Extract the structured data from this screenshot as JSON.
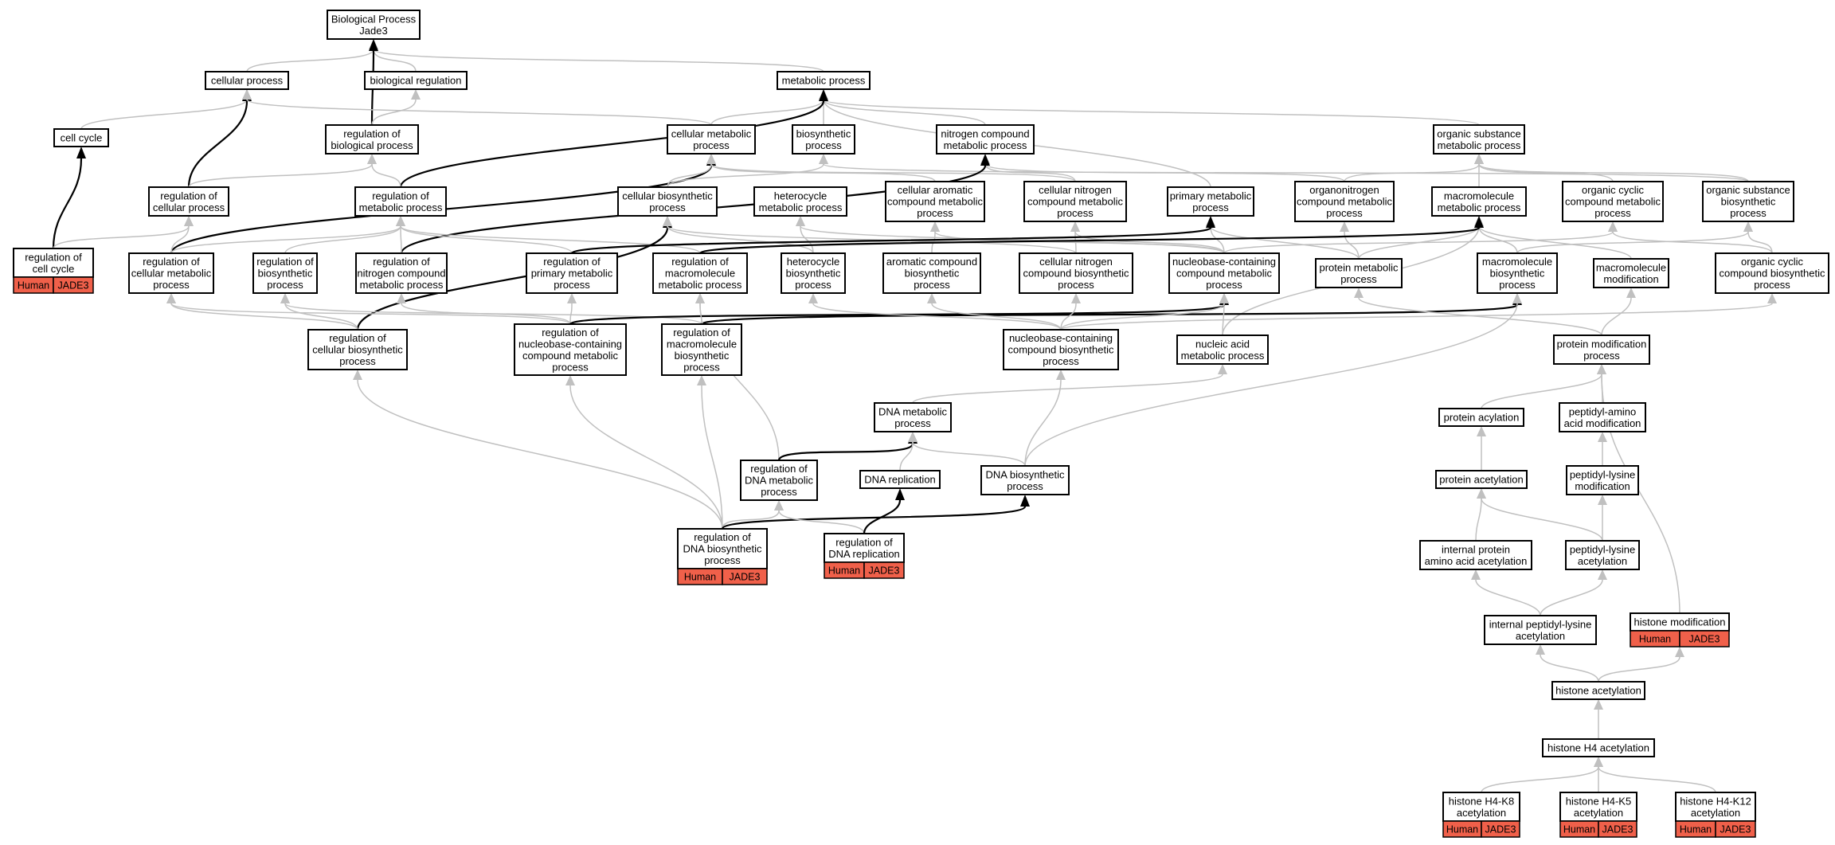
{
  "colors": {
    "tag_fill": "#f0604a",
    "edge_normal": "#c0c0c0",
    "edge_bold": "#000000",
    "node_border": "#000000"
  },
  "nodes": [
    {
      "id": "bp",
      "lines": [
        "Biological Process",
        "Jade3"
      ]
    },
    {
      "id": "cellproc",
      "lines": [
        "cellular process"
      ]
    },
    {
      "id": "bioreg",
      "lines": [
        "biological regulation"
      ]
    },
    {
      "id": "metab",
      "lines": [
        "metabolic process"
      ]
    },
    {
      "id": "cellcycle",
      "lines": [
        "cell cycle"
      ]
    },
    {
      "id": "regbio",
      "lines": [
        "regulation of",
        "biological process"
      ]
    },
    {
      "id": "cellmetab",
      "lines": [
        "cellular metabolic",
        "process"
      ]
    },
    {
      "id": "biosyn",
      "lines": [
        "biosynthetic",
        "process"
      ]
    },
    {
      "id": "nitro",
      "lines": [
        "nitrogen compound",
        "metabolic process"
      ]
    },
    {
      "id": "orgsub",
      "lines": [
        "organic substance",
        "metabolic process"
      ]
    },
    {
      "id": "regcell",
      "lines": [
        "regulation of",
        "cellular process"
      ]
    },
    {
      "id": "regmetab",
      "lines": [
        "regulation of",
        "metabolic process"
      ]
    },
    {
      "id": "cellbiosyn",
      "lines": [
        "cellular biosynthetic",
        "process"
      ]
    },
    {
      "id": "hetero",
      "lines": [
        "heterocycle",
        "metabolic process"
      ]
    },
    {
      "id": "cellarom",
      "lines": [
        "cellular aromatic",
        "compound metabolic",
        "process"
      ]
    },
    {
      "id": "cellnitro",
      "lines": [
        "cellular nitrogen",
        "compound metabolic",
        "process"
      ]
    },
    {
      "id": "primary",
      "lines": [
        "primary metabolic",
        "process"
      ]
    },
    {
      "id": "organonitro",
      "lines": [
        "organonitrogen",
        "compound metabolic",
        "process"
      ]
    },
    {
      "id": "macro",
      "lines": [
        "macromolecule",
        "metabolic process"
      ]
    },
    {
      "id": "orgcyclic",
      "lines": [
        "organic cyclic",
        "compound metabolic",
        "process"
      ]
    },
    {
      "id": "orgsubbio",
      "lines": [
        "organic substance",
        "biosynthetic",
        "process"
      ]
    },
    {
      "id": "regcc",
      "lines": [
        "regulation of",
        "cell cycle"
      ],
      "tag": true
    },
    {
      "id": "regcellmetab",
      "lines": [
        "regulation of",
        "cellular metabolic",
        "process"
      ]
    },
    {
      "id": "regbiosyn",
      "lines": [
        "regulation of",
        "biosynthetic",
        "process"
      ]
    },
    {
      "id": "regnitro",
      "lines": [
        "regulation of",
        "nitrogen compound",
        "metabolic process"
      ]
    },
    {
      "id": "regprimary",
      "lines": [
        "regulation of",
        "primary metabolic",
        "process"
      ]
    },
    {
      "id": "regmacro",
      "lines": [
        "regulation of",
        "macromolecule",
        "metabolic process"
      ]
    },
    {
      "id": "heterobio",
      "lines": [
        "heterocycle",
        "biosynthetic",
        "process"
      ]
    },
    {
      "id": "arombio",
      "lines": [
        "aromatic compound",
        "biosynthetic",
        "process"
      ]
    },
    {
      "id": "cellnitrobio",
      "lines": [
        "cellular nitrogen",
        "compound biosynthetic",
        "process"
      ]
    },
    {
      "id": "nucleo",
      "lines": [
        "nucleobase-containing",
        "compound metabolic",
        "process"
      ]
    },
    {
      "id": "protmetab",
      "lines": [
        "protein metabolic",
        "process"
      ]
    },
    {
      "id": "macrobio",
      "lines": [
        "macromolecule",
        "biosynthetic",
        "process"
      ]
    },
    {
      "id": "macromod",
      "lines": [
        "macromolecule",
        "modification"
      ]
    },
    {
      "id": "orgcycbio",
      "lines": [
        "organic cyclic",
        "compound biosynthetic",
        "process"
      ]
    },
    {
      "id": "regcellbio",
      "lines": [
        "regulation of",
        "cellular biosynthetic",
        "process"
      ]
    },
    {
      "id": "regnucleo",
      "lines": [
        "regulation of",
        "nucleobase-containing",
        "compound metabolic",
        "process"
      ]
    },
    {
      "id": "regmacrobio",
      "lines": [
        "regulation of",
        "macromolecule",
        "biosynthetic",
        "process"
      ]
    },
    {
      "id": "nucleobio",
      "lines": [
        "nucleobase-containing",
        "compound biosynthetic",
        "process"
      ]
    },
    {
      "id": "nucacid",
      "lines": [
        "nucleic acid",
        "metabolic process"
      ]
    },
    {
      "id": "protmod",
      "lines": [
        "protein modification",
        "process"
      ]
    },
    {
      "id": "dnametab",
      "lines": [
        "DNA metabolic",
        "process"
      ]
    },
    {
      "id": "protacyl",
      "lines": [
        "protein acylation"
      ]
    },
    {
      "id": "peptamino",
      "lines": [
        "peptidyl-amino",
        "acid modification"
      ]
    },
    {
      "id": "regdnametab",
      "lines": [
        "regulation of",
        "DNA metabolic",
        "process"
      ]
    },
    {
      "id": "dnarep",
      "lines": [
        "DNA replication"
      ]
    },
    {
      "id": "dnabio",
      "lines": [
        "DNA biosynthetic",
        "process"
      ]
    },
    {
      "id": "protacet",
      "lines": [
        "protein acetylation"
      ]
    },
    {
      "id": "peptlysmod",
      "lines": [
        "peptidyl-lysine",
        "modification"
      ]
    },
    {
      "id": "regdnabio",
      "lines": [
        "regulation of",
        "DNA biosynthetic",
        "process"
      ],
      "tag": true
    },
    {
      "id": "regdnarep",
      "lines": [
        "regulation of",
        "DNA replication"
      ],
      "tag": true
    },
    {
      "id": "intprot",
      "lines": [
        "internal protein",
        "amino acid acetylation"
      ]
    },
    {
      "id": "peptlysacet",
      "lines": [
        "peptidyl-lysine",
        "acetylation"
      ]
    },
    {
      "id": "intpeptlys",
      "lines": [
        "internal peptidyl-lysine",
        "acetylation"
      ]
    },
    {
      "id": "histmod",
      "lines": [
        "histone modification"
      ],
      "tag": true
    },
    {
      "id": "histacet",
      "lines": [
        "histone acetylation"
      ]
    },
    {
      "id": "h4acet",
      "lines": [
        "histone H4 acetylation"
      ]
    },
    {
      "id": "h4k8",
      "lines": [
        "histone H4-K8",
        "acetylation"
      ],
      "tag": true
    },
    {
      "id": "h4k5",
      "lines": [
        "histone H4-K5",
        "acetylation"
      ],
      "tag": true
    },
    {
      "id": "h4k12",
      "lines": [
        "histone H4-K12",
        "acetylation"
      ],
      "tag": true
    }
  ],
  "tag_labels": {
    "species": "Human",
    "gene": "JADE3"
  },
  "edges": [
    {
      "from": "cellproc",
      "to": "bp"
    },
    {
      "from": "bioreg",
      "to": "bp"
    },
    {
      "from": "metab",
      "to": "bp"
    },
    {
      "from": "regbio",
      "to": "bp",
      "bold": true
    },
    {
      "from": "cellcycle",
      "to": "cellproc"
    },
    {
      "from": "regcell",
      "to": "cellproc",
      "bold": true
    },
    {
      "from": "cellmetab",
      "to": "cellproc"
    },
    {
      "from": "regbio",
      "to": "bioreg"
    },
    {
      "from": "cellmetab",
      "to": "metab"
    },
    {
      "from": "biosyn",
      "to": "metab"
    },
    {
      "from": "nitro",
      "to": "metab"
    },
    {
      "from": "orgsub",
      "to": "metab"
    },
    {
      "from": "primary",
      "to": "metab"
    },
    {
      "from": "regmetab",
      "to": "metab",
      "bold": true
    },
    {
      "from": "regcc",
      "to": "cellcycle",
      "bold": true
    },
    {
      "from": "regcc",
      "to": "regcell"
    },
    {
      "from": "regcell",
      "to": "regbio"
    },
    {
      "from": "regmetab",
      "to": "regbio"
    },
    {
      "from": "regcellmetab",
      "to": "cellmetab",
      "bold": true
    },
    {
      "from": "cellbiosyn",
      "to": "cellmetab"
    },
    {
      "from": "cellarom",
      "to": "cellmetab"
    },
    {
      "from": "cellnitro",
      "to": "cellmetab"
    },
    {
      "from": "cellbiosyn",
      "to": "biosyn"
    },
    {
      "from": "orgsubbio",
      "to": "biosyn"
    },
    {
      "from": "cellnitro",
      "to": "nitro"
    },
    {
      "from": "organonitro",
      "to": "nitro"
    },
    {
      "from": "regnitro",
      "to": "nitro",
      "bold": true
    },
    {
      "from": "macro",
      "to": "orgsub"
    },
    {
      "from": "orgcyclic",
      "to": "orgsub"
    },
    {
      "from": "orgsubbio",
      "to": "orgsub"
    },
    {
      "from": "organonitro",
      "to": "orgsub"
    },
    {
      "from": "regcellmetab",
      "to": "regcell"
    },
    {
      "from": "regbiosyn",
      "to": "regmetab"
    },
    {
      "from": "regnitro",
      "to": "regmetab"
    },
    {
      "from": "regprimary",
      "to": "regmetab"
    },
    {
      "from": "regmacro",
      "to": "regmetab"
    },
    {
      "from": "regcellmetab",
      "to": "regmetab"
    },
    {
      "from": "regcellbio",
      "to": "cellbiosyn",
      "bold": true
    },
    {
      "from": "heterobio",
      "to": "cellbiosyn"
    },
    {
      "from": "cellnitrobio",
      "to": "cellbiosyn"
    },
    {
      "from": "heterobio",
      "to": "hetero"
    },
    {
      "from": "nucleo",
      "to": "hetero"
    },
    {
      "from": "arombio",
      "to": "cellarom"
    },
    {
      "from": "nucleo",
      "to": "cellarom"
    },
    {
      "from": "cellnitrobio",
      "to": "cellnitro"
    },
    {
      "from": "nucleo",
      "to": "cellnitro"
    },
    {
      "from": "nucleo",
      "to": "primary"
    },
    {
      "from": "protmetab",
      "to": "primary"
    },
    {
      "from": "regprimary",
      "to": "primary",
      "bold": true
    },
    {
      "from": "protmetab",
      "to": "organonitro"
    },
    {
      "from": "macrobio",
      "to": "macro"
    },
    {
      "from": "protmetab",
      "to": "macro"
    },
    {
      "from": "macromod",
      "to": "macro"
    },
    {
      "from": "nucacid",
      "to": "macro"
    },
    {
      "from": "regmacro",
      "to": "macro",
      "bold": true
    },
    {
      "from": "nucleo",
      "to": "orgcyclic"
    },
    {
      "from": "orgcycbio",
      "to": "orgcyclic"
    },
    {
      "from": "orgcycbio",
      "to": "orgsubbio"
    },
    {
      "from": "macrobio",
      "to": "orgsubbio"
    },
    {
      "from": "regcellbio",
      "to": "regcellmetab"
    },
    {
      "from": "regcellbio",
      "to": "regbiosyn"
    },
    {
      "from": "regnucleo",
      "to": "regcellmetab"
    },
    {
      "from": "regnucleo",
      "to": "regnitro"
    },
    {
      "from": "regnucleo",
      "to": "regprimary"
    },
    {
      "from": "regmacrobio",
      "to": "regmacro"
    },
    {
      "from": "regmacrobio",
      "to": "regbiosyn"
    },
    {
      "from": "regnucleo",
      "to": "nucleo",
      "bold": true
    },
    {
      "from": "regmacrobio",
      "to": "macrobio",
      "bold": true
    },
    {
      "from": "nucleobio",
      "to": "heterobio"
    },
    {
      "from": "nucleobio",
      "to": "arombio"
    },
    {
      "from": "nucleobio",
      "to": "cellnitrobio"
    },
    {
      "from": "nucleobio",
      "to": "nucleo"
    },
    {
      "from": "nucleobio",
      "to": "orgcycbio"
    },
    {
      "from": "nucacid",
      "to": "nucleo"
    },
    {
      "from": "protmod",
      "to": "protmetab"
    },
    {
      "from": "protmod",
      "to": "macromod"
    },
    {
      "from": "dnametab",
      "to": "nucacid"
    },
    {
      "from": "protacyl",
      "to": "protmod"
    },
    {
      "from": "peptamino",
      "to": "protmod"
    },
    {
      "from": "histmod",
      "to": "protmod"
    },
    {
      "from": "regdnametab",
      "to": "regmacro"
    },
    {
      "from": "regdnametab",
      "to": "dnametab",
      "bold": true
    },
    {
      "from": "dnarep",
      "to": "dnametab"
    },
    {
      "from": "dnabio",
      "to": "dnametab"
    },
    {
      "from": "dnabio",
      "to": "nucleobio"
    },
    {
      "from": "dnabio",
      "to": "macrobio"
    },
    {
      "from": "protacet",
      "to": "protacyl"
    },
    {
      "from": "peptlysmod",
      "to": "peptamino"
    },
    {
      "from": "regdnabio",
      "to": "regdnametab"
    },
    {
      "from": "regdnabio",
      "to": "regcellbio"
    },
    {
      "from": "regdnabio",
      "to": "regnucleo"
    },
    {
      "from": "regdnabio",
      "to": "regmacrobio"
    },
    {
      "from": "regdnabio",
      "to": "dnabio",
      "bold": true
    },
    {
      "from": "regdnarep",
      "to": "regdnametab"
    },
    {
      "from": "regdnarep",
      "to": "dnarep",
      "bold": true
    },
    {
      "from": "intprot",
      "to": "protacet"
    },
    {
      "from": "peptlysacet",
      "to": "protacet"
    },
    {
      "from": "peptlysacet",
      "to": "peptlysmod"
    },
    {
      "from": "intpeptlys",
      "to": "intprot"
    },
    {
      "from": "intpeptlys",
      "to": "peptlysacet"
    },
    {
      "from": "histacet",
      "to": "intpeptlys"
    },
    {
      "from": "histacet",
      "to": "histmod"
    },
    {
      "from": "h4acet",
      "to": "histacet"
    },
    {
      "from": "h4k8",
      "to": "h4acet"
    },
    {
      "from": "h4k5",
      "to": "h4acet"
    },
    {
      "from": "h4k12",
      "to": "h4acet"
    }
  ]
}
